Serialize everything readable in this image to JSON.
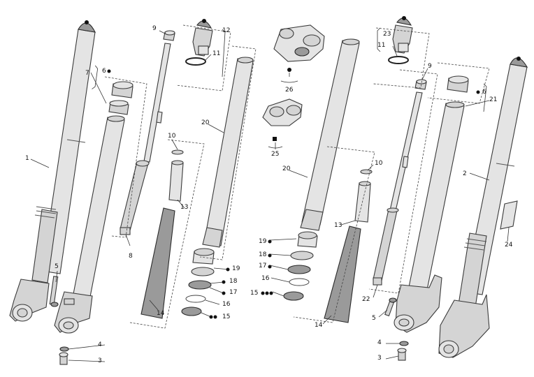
{
  "labels": {
    "n1": "1",
    "n2": "2",
    "n3a": "3",
    "n3b": "3",
    "n4a": "4",
    "n4b": "4",
    "n5a": "5",
    "n5b": "5",
    "n6a": "6",
    "n6b": "6",
    "n7a": "7",
    "n8a": "8",
    "n9a": "9",
    "n9b": "9",
    "n10a": "10",
    "n10b": "10",
    "n11a": "11",
    "n11b": "11",
    "n12a": "12",
    "n13a": "13",
    "n13b": "13",
    "n14a": "14",
    "n14b": "14",
    "n15a": "15",
    "n15b": "15",
    "n16a": "16",
    "n16b": "16",
    "n17a": "17",
    "n17b": "17",
    "n18a": "18",
    "n18b": "18",
    "n19a": "19",
    "n19b": "19",
    "n20a": "20",
    "n20b": "20",
    "n21": "21",
    "n22": "22",
    "n23": "23",
    "n24": "24",
    "n25": "25",
    "n26": "26"
  },
  "colors": {
    "part_fill": "#d4d4d4",
    "part_stroke": "#3a3a3a",
    "bullet": "#111111"
  }
}
